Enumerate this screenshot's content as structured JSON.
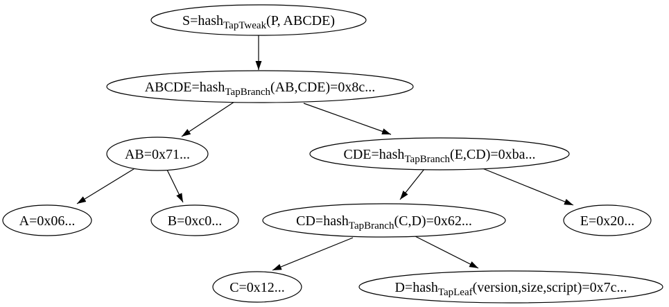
{
  "diagram": {
    "type": "tree-graph",
    "colors": {
      "background": "#ffffff",
      "node_fill": "#ffffff",
      "node_stroke": "#000000",
      "edge": "#000000",
      "text": "#000000"
    },
    "nodes": {
      "S": {
        "main": "S=hash",
        "sub": "TapTweak",
        "rest": "(P, ABCDE)"
      },
      "ABCDE": {
        "main": "ABCDE=hash",
        "sub": "TapBranch",
        "rest": "(AB,CDE)=0x8c..."
      },
      "AB": {
        "main": "AB=0x71..."
      },
      "CDE": {
        "main": "CDE=hash",
        "sub": "TapBranch",
        "rest": "(E,CD)=0xba..."
      },
      "A": {
        "main": "A=0x06..."
      },
      "B": {
        "main": "B=0xc0..."
      },
      "CD": {
        "main": "CD=hash",
        "sub": "TapBranch",
        "rest": "(C,D)=0x62..."
      },
      "E": {
        "main": "E=0x20..."
      },
      "C": {
        "main": "C=0x12..."
      },
      "D": {
        "main": "D=hash",
        "sub": "TapLeaf",
        "rest": "(version,size,script)=0x7c..."
      }
    },
    "edges": [
      {
        "from": "S",
        "to": "ABCDE"
      },
      {
        "from": "ABCDE",
        "to": "AB"
      },
      {
        "from": "ABCDE",
        "to": "CDE"
      },
      {
        "from": "AB",
        "to": "A"
      },
      {
        "from": "AB",
        "to": "B"
      },
      {
        "from": "CDE",
        "to": "CD"
      },
      {
        "from": "CDE",
        "to": "E"
      },
      {
        "from": "CD",
        "to": "C"
      },
      {
        "from": "CD",
        "to": "D"
      }
    ]
  }
}
